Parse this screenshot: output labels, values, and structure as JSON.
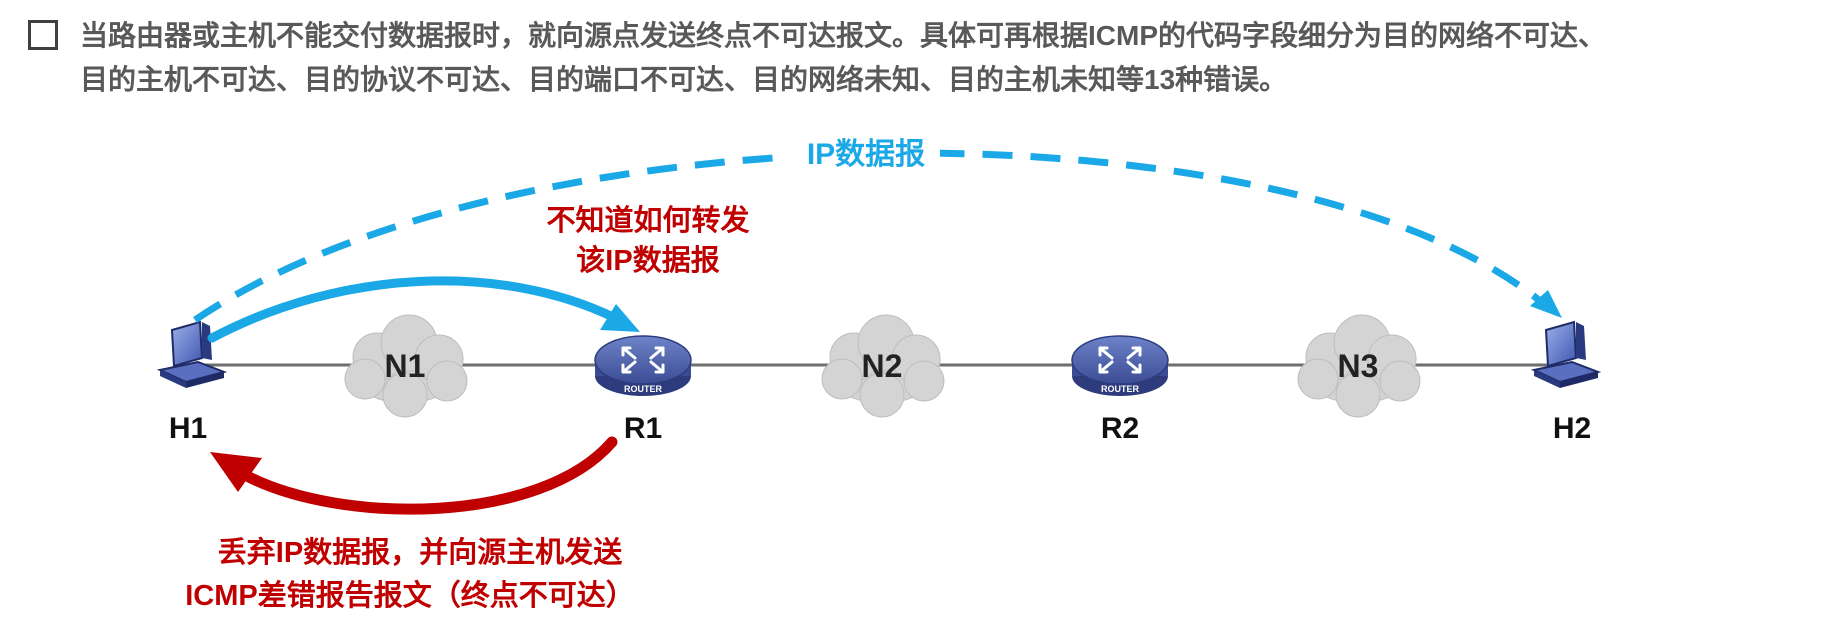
{
  "bullet": {
    "line1": "当路由器或主机不能交付数据报时，就向源点发送终点不可达报文。具体可再根据ICMP的代码字段细分为目的网络不可达、",
    "line2": "目的主机不可达、目的协议不可达、目的端口不可达、目的网络未知、目的主机未知等13种错误。"
  },
  "nodes": {
    "h1": "H1",
    "r1": "R1",
    "r2": "R2",
    "h2": "H2",
    "router_text": "ROUTER"
  },
  "networks": {
    "n1": "N1",
    "n2": "N2",
    "n3": "N3"
  },
  "annotations": {
    "ip_datagram": "IP数据报",
    "unknown_forward_line1": "不知道如何转发",
    "unknown_forward_line2": "该IP数据报",
    "discard_line1": "丢弃IP数据报，并向源主机发送",
    "discard_line2": "ICMP差错报告报文（终点不可达）"
  },
  "colors": {
    "blue": "#1ba8e6",
    "red": "#c00000",
    "text_gray": "#595959",
    "cloud": "#d4d4d4",
    "link": "#6e6e6e"
  }
}
